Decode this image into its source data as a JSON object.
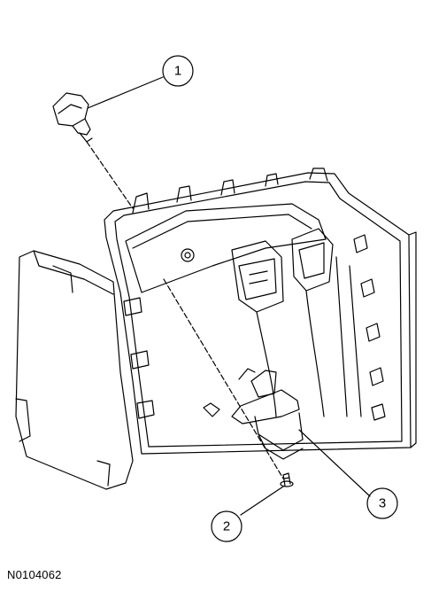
{
  "callouts": [
    {
      "label": "1"
    },
    {
      "label": "2"
    },
    {
      "label": "3"
    }
  ],
  "figure_id": "N0104062"
}
